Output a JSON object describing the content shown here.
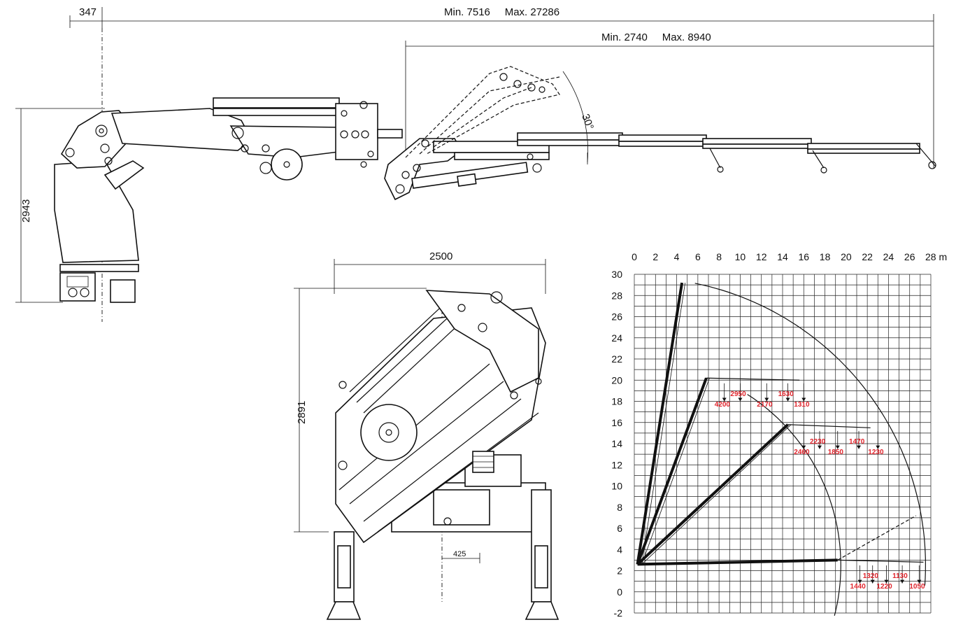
{
  "top_view": {
    "dim_offset": "347",
    "dim_outreach": "Min. 7516     Max. 27286",
    "dim_jib": "Min. 2740     Max. 8940",
    "dim_height": "2943",
    "angle": "30°"
  },
  "front_view": {
    "dim_width": "2500",
    "dim_height": "2891",
    "dim_offset": "425"
  },
  "chart_data": {
    "type": "diagram",
    "x_ticks": [
      "0",
      "2",
      "4",
      "6",
      "8",
      "10",
      "12",
      "14",
      "16",
      "18",
      "20",
      "22",
      "24",
      "26",
      "28 m"
    ],
    "y_ticks": [
      "30",
      "28",
      "26",
      "24",
      "22",
      "20",
      "18",
      "16",
      "14",
      "12",
      "10",
      "8",
      "6",
      "4",
      "2",
      "0",
      "-2"
    ],
    "xlim": [
      0,
      28
    ],
    "ylim": [
      -2,
      30
    ],
    "load_groups": [
      {
        "y": 20,
        "values": [
          "4200",
          "2950",
          "2170",
          "1630",
          "1310"
        ]
      },
      {
        "y": 15.5,
        "values": [
          "2460",
          "2230",
          "1850",
          "1470",
          "1230"
        ]
      },
      {
        "y": 2.8,
        "values": [
          "1440",
          "1320",
          "1220",
          "1130",
          "1050"
        ]
      }
    ]
  },
  "colors": {
    "load_label": "#e0242c",
    "line": "#111111"
  }
}
